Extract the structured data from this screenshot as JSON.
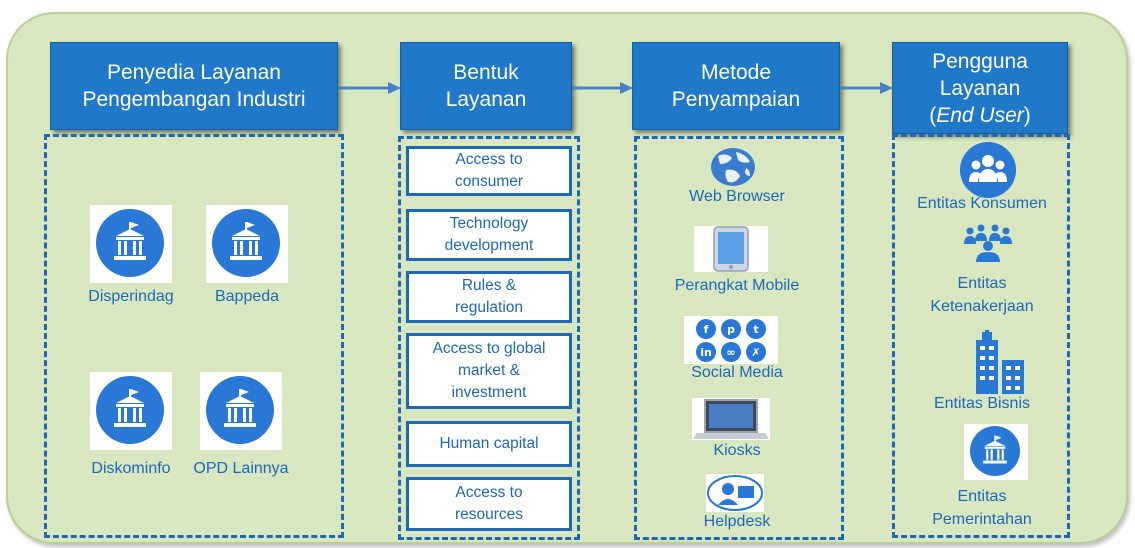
{
  "columns": [
    {
      "lines": [
        "Penyedia Layanan",
        "Pengembangan Industri"
      ]
    },
    {
      "lines": [
        "Bentuk",
        "Layanan"
      ]
    },
    {
      "lines": [
        "Metode",
        "Penyampaian"
      ]
    },
    {
      "lines": [
        "Pengguna",
        "Layanan",
        "(",
        "End User",
        ")"
      ]
    }
  ],
  "providers": [
    {
      "label": "Disperindag",
      "icon": "government-building-icon"
    },
    {
      "label": "Bappeda",
      "icon": "government-building-icon"
    },
    {
      "label": "Diskominfo",
      "icon": "government-building-icon"
    },
    {
      "label": "OPD Lainnya",
      "icon": "government-building-icon"
    }
  ],
  "services": [
    {
      "lines": [
        "Access to",
        "consumer"
      ]
    },
    {
      "lines": [
        "Technology",
        "development"
      ]
    },
    {
      "lines": [
        "Rules &",
        "regulation"
      ]
    },
    {
      "lines": [
        "Access to global",
        "market &",
        "investment"
      ]
    },
    {
      "lines": [
        "Human capital"
      ]
    },
    {
      "lines": [
        "Access to",
        "resources"
      ]
    }
  ],
  "methods": [
    {
      "label": "Web Browser",
      "icon": "globe-icon"
    },
    {
      "label": "Perangkat Mobile",
      "icon": "tablet-icon"
    },
    {
      "label": "Social Media",
      "icon": "social-media-icon"
    },
    {
      "label": "Kiosks",
      "icon": "laptop-icon"
    },
    {
      "label": "Helpdesk",
      "icon": "helpdesk-icon"
    }
  ],
  "users": [
    {
      "lines": [
        "Entitas Konsumen"
      ],
      "icon": "people-group-icon"
    },
    {
      "lines": [
        "Entitas",
        "Ketenakerjaan"
      ],
      "icon": "workers-icon"
    },
    {
      "lines": [
        "Entitas Bisnis"
      ],
      "icon": "office-buildings-icon"
    },
    {
      "lines": [
        "Entitas",
        "Pemerintahan"
      ],
      "icon": "government-building-icon"
    }
  ],
  "colors": {
    "header": "#1f78c8",
    "border": "#1e68b8",
    "panel": "#d8e7c0",
    "text": "#1e68b8"
  }
}
